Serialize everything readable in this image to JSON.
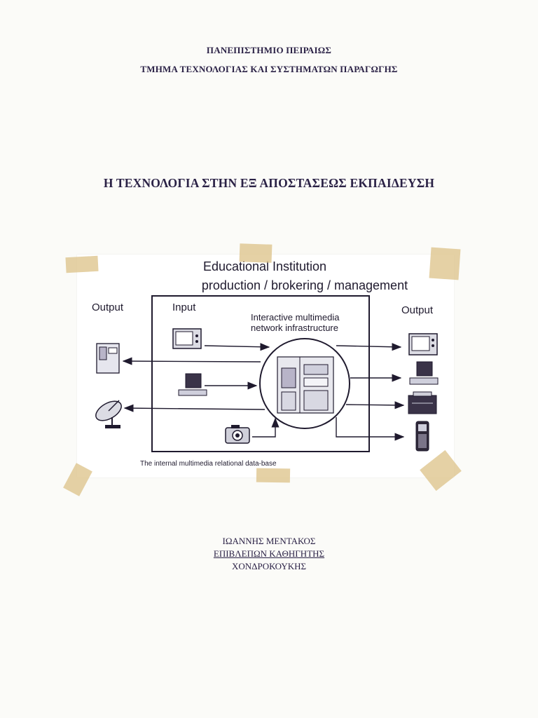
{
  "header": {
    "university": "ΠΑΝΕΠΙΣΤΗΜΙΟ ΠΕΙΡΑΙΩΣ",
    "department": "ΤΜΗΜΑ ΤΕΧΝΟΛΟΓΙΑΣ ΚΑΙ ΣΥΣΤΗΜΑΤΩΝ ΠΑΡΑΓΩΓΗΣ"
  },
  "thesis_title": "Η ΤΕΧΝΟΛΟΓΙΑ ΣΤΗΝ ΕΞ ΑΠΟΣΤΑΣΕΩΣ ΕΚΠΑΙΔΕΥΣΗ",
  "diagram": {
    "title_line1": "Educational Institution",
    "title_line2": "production / brokering / management",
    "output_left": "Output",
    "input": "Input",
    "output_right": "Output",
    "infra_line1": "Interactive multimedia",
    "infra_line2": "network infrastructure",
    "caption": "The internal multimedia relational data-base"
  },
  "footer": {
    "author": "ΙΩΑΝΝΗΣ ΜΕΝΤΑΚΟΣ",
    "supervisor_label": "ΕΠΙΒΛΕΠΩΝ ΚΑΘΗΓΗΤΗΣ",
    "professor": "ΧΟΝΔΡΟΚΟΥΚΗΣ"
  }
}
